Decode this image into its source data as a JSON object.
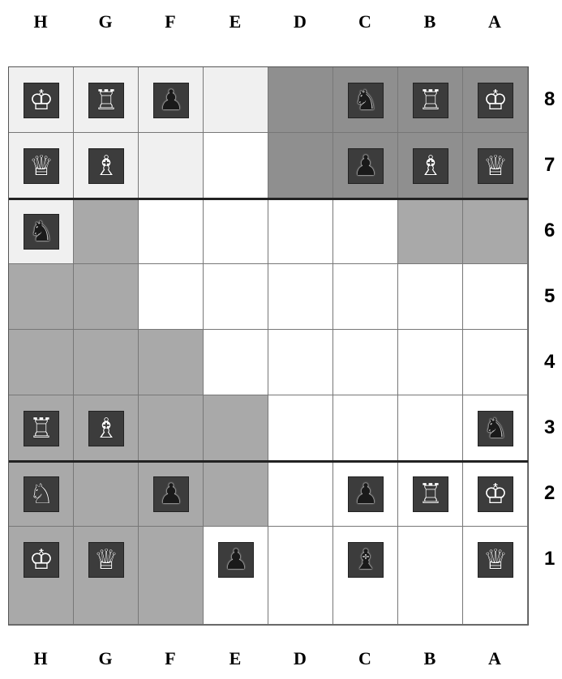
{
  "files_top": [
    "H",
    "G",
    "F",
    "E",
    "D",
    "C",
    "B",
    "A"
  ],
  "files_bottom": [
    "H",
    "G",
    "F",
    "E",
    "D",
    "C",
    "B",
    "A"
  ],
  "ranks": [
    "8",
    "7",
    "6",
    "5",
    "4",
    "3",
    "2",
    "1"
  ],
  "squares": [
    [
      "light",
      "light",
      "light",
      "light",
      "dark",
      "dark",
      "dark",
      "dark"
    ],
    [
      "light",
      "light",
      "light",
      "white",
      "dark",
      "dark",
      "dark",
      "dark"
    ],
    [
      "light",
      "gray",
      "white",
      "white",
      "white",
      "white",
      "gray",
      "gray"
    ],
    [
      "gray",
      "gray",
      "white",
      "white",
      "white",
      "white",
      "white",
      "white"
    ],
    [
      "gray",
      "gray",
      "gray",
      "white",
      "white",
      "white",
      "white",
      "white"
    ],
    [
      "gray",
      "gray",
      "gray",
      "gray",
      "white",
      "white",
      "white",
      "white"
    ],
    [
      "gray",
      "gray",
      "gray",
      "gray",
      "white",
      "white",
      "white",
      "white"
    ],
    [
      "gray",
      "gray",
      "gray",
      "white",
      "white",
      "white",
      "white",
      "white"
    ]
  ],
  "pieces": [
    {
      "square": "H8",
      "type": "king",
      "glyph": "♔",
      "icon": "king-icon",
      "tone": "light"
    },
    {
      "square": "G8",
      "type": "rook",
      "glyph": "♖",
      "icon": "rook-icon",
      "tone": "light"
    },
    {
      "square": "F8",
      "type": "pawn",
      "glyph": "♟",
      "icon": "pawn-icon",
      "tone": "dark"
    },
    {
      "square": "C8",
      "type": "knight",
      "glyph": "♞",
      "icon": "knight-icon",
      "tone": "dark"
    },
    {
      "square": "B8",
      "type": "rook",
      "glyph": "♖",
      "icon": "rook-icon",
      "tone": "light"
    },
    {
      "square": "A8",
      "type": "king",
      "glyph": "♔",
      "icon": "king-icon",
      "tone": "light"
    },
    {
      "square": "H7",
      "type": "queen",
      "glyph": "♕",
      "icon": "queen-icon",
      "tone": "light"
    },
    {
      "square": "G7",
      "type": "bishop",
      "glyph": "♗",
      "icon": "bishop-icon",
      "tone": "light"
    },
    {
      "square": "C7",
      "type": "pawn",
      "glyph": "♟",
      "icon": "pawn-icon",
      "tone": "dark"
    },
    {
      "square": "B7",
      "type": "bishop",
      "glyph": "♗",
      "icon": "bishop-icon",
      "tone": "light"
    },
    {
      "square": "A7",
      "type": "queen",
      "glyph": "♕",
      "icon": "queen-icon",
      "tone": "light"
    },
    {
      "square": "H6",
      "type": "knight",
      "glyph": "♞",
      "icon": "knight-icon",
      "tone": "dark"
    },
    {
      "square": "H3",
      "type": "rook",
      "glyph": "♖",
      "icon": "rook-icon",
      "tone": "light"
    },
    {
      "square": "G3",
      "type": "bishop",
      "glyph": "♗",
      "icon": "bishop-icon",
      "tone": "light"
    },
    {
      "square": "A3",
      "type": "knight",
      "glyph": "♞",
      "icon": "knight-icon",
      "tone": "dark"
    },
    {
      "square": "H2",
      "type": "knight",
      "glyph": "♘",
      "icon": "knight-icon",
      "tone": "light"
    },
    {
      "square": "F2",
      "type": "pawn",
      "glyph": "♟",
      "icon": "pawn-icon",
      "tone": "dark"
    },
    {
      "square": "C2",
      "type": "pawn",
      "glyph": "♟",
      "icon": "pawn-icon",
      "tone": "dark"
    },
    {
      "square": "B2",
      "type": "rook",
      "glyph": "♖",
      "icon": "rook-icon",
      "tone": "light"
    },
    {
      "square": "A2",
      "type": "king",
      "glyph": "♔",
      "icon": "king-icon",
      "tone": "light"
    },
    {
      "square": "H1",
      "type": "king",
      "glyph": "♔",
      "icon": "king-icon",
      "tone": "light"
    },
    {
      "square": "G1",
      "type": "queen",
      "glyph": "♕",
      "icon": "queen-icon",
      "tone": "light"
    },
    {
      "square": "E1",
      "type": "pawn",
      "glyph": "♟",
      "icon": "pawn-icon",
      "tone": "dark"
    },
    {
      "square": "C1",
      "type": "bishop",
      "glyph": "♝",
      "icon": "bishop-icon",
      "tone": "dark"
    },
    {
      "square": "A1",
      "type": "queen",
      "glyph": "♕",
      "icon": "queen-icon",
      "tone": "light"
    }
  ]
}
